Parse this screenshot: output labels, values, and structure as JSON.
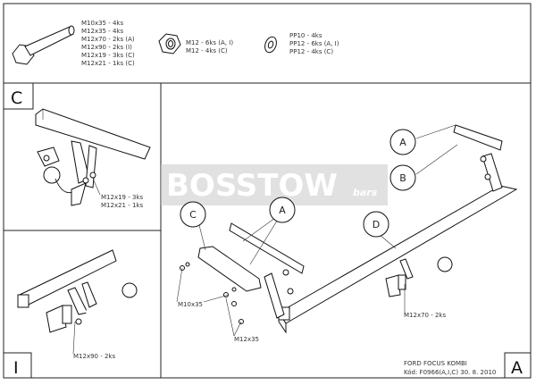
{
  "parts": {
    "bolts": [
      "M10x35 - 4ks",
      "M12x35 - 4ks",
      "M12x70 - 2ks (A)",
      "M12x90 - 2ks (I)",
      "M12x19 - 3ks (C)",
      "M12x21 - 1ks (C)"
    ],
    "nuts": [
      "M12 - 6ks (A, I)",
      "M12 - 4ks (C)"
    ],
    "washers": [
      "PP10 - 4ks",
      "PP12 - 6ks (A, I)",
      "PP12 - 4ks (C)"
    ]
  },
  "panel_c": {
    "label": "C",
    "callouts": [
      "M12x19 - 3ks",
      "M12x21 - 1ks"
    ]
  },
  "panel_i": {
    "label": "I",
    "callout": "M12x90 - 2ks"
  },
  "main": {
    "label": "A",
    "circles": [
      "A",
      "B",
      "C",
      "A",
      "D"
    ],
    "callouts": {
      "m10": "M10x35",
      "m12": "M12x35",
      "m12x70": "M12x70 - 2ks"
    }
  },
  "watermark": {
    "brand": "BOSSTOW",
    "suffix": "bars"
  },
  "footer": {
    "model": "FORD FOCUS KOMBI",
    "code": "Kód: F0966(A,I,C)  30. 8. 2010"
  },
  "colors": {
    "line": "#222222",
    "watermark": "#c8c8c8"
  }
}
